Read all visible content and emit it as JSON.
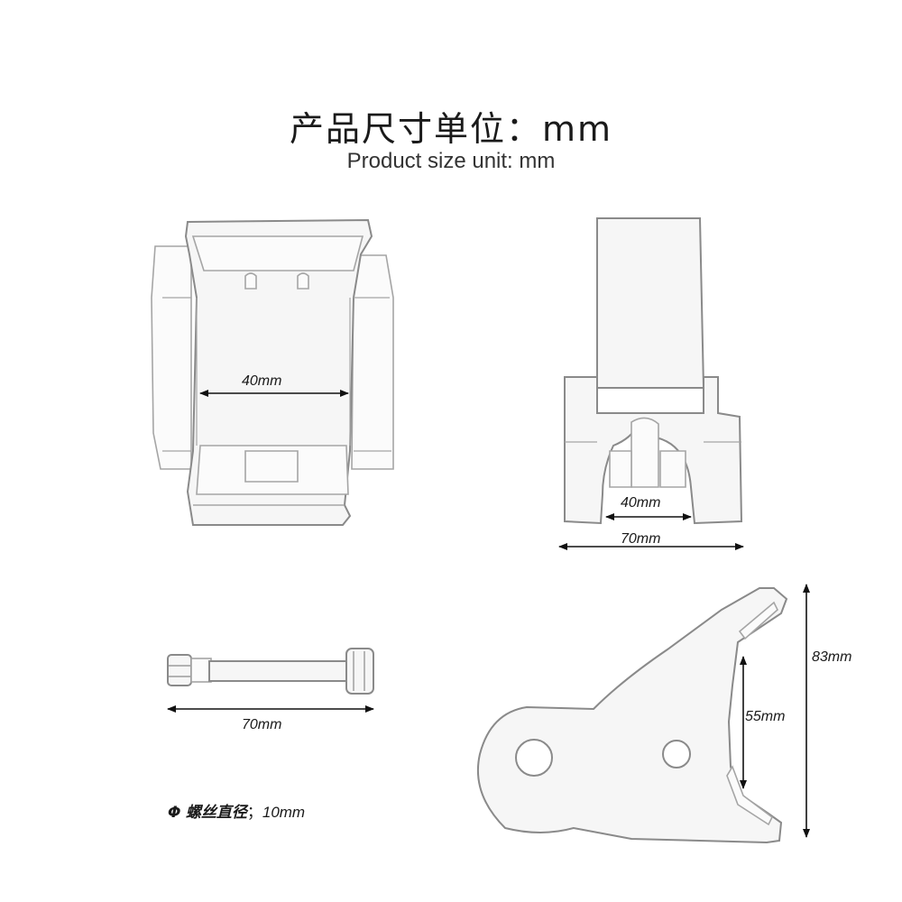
{
  "header": {
    "title_cn": "产品尺寸单位：mm",
    "title_en": "Product size unit: mm"
  },
  "top_view": {
    "width_label": "40mm"
  },
  "front_view": {
    "inner_width_label": "40mm",
    "outer_width_label": "70mm"
  },
  "bolt": {
    "length_label": "70mm"
  },
  "thread_note": {
    "symbol": "Φ",
    "label": "螺丝直径",
    "separator": "；",
    "value": "10mm"
  },
  "side_view": {
    "height_label": "83mm",
    "inner_height_label": "55mm"
  },
  "colors": {
    "outline": "#8a8a8a",
    "fill": "#f6f6f6",
    "dimension": "#111111"
  }
}
